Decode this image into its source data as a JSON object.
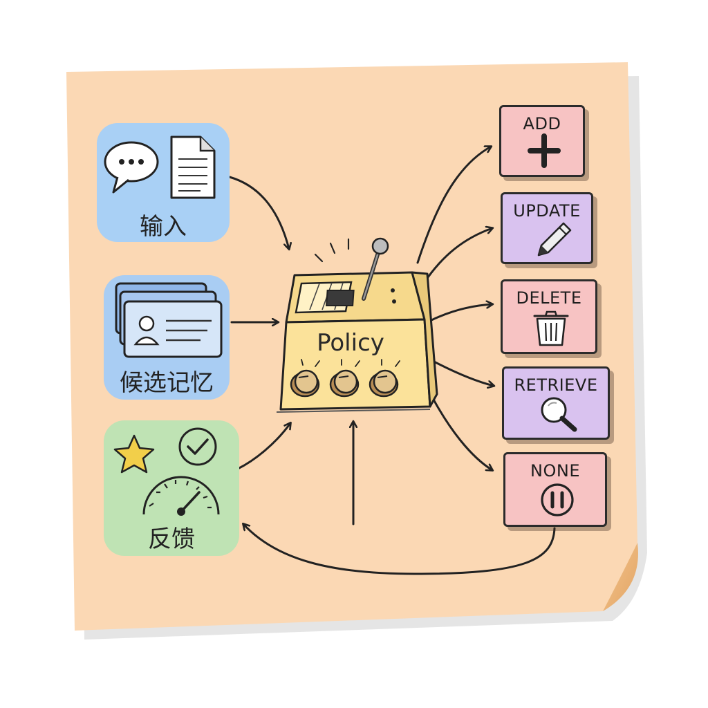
{
  "inputs": [
    {
      "label": "输入",
      "color": "#a9d0f5",
      "icon": "chat-document-icon"
    },
    {
      "label": "候选记忆",
      "color": "#a9cdf3",
      "icon": "memory-cards-icon"
    },
    {
      "label": "反馈",
      "color": "#bfe3b4",
      "icon": "star-check-gauge-icon"
    }
  ],
  "policy": {
    "label": "Policy",
    "color": "#fbe29a",
    "icon": "lever-control-box-icon"
  },
  "actions": [
    {
      "label": "ADD",
      "color": "#f7c3c3",
      "icon": "plus-icon"
    },
    {
      "label": "UPDATE",
      "color": "#d9c2ef",
      "icon": "pencil-icon"
    },
    {
      "label": "DELETE",
      "color": "#f7c3c3",
      "icon": "trash-icon"
    },
    {
      "label": "RETRIEVE",
      "color": "#d9c2ef",
      "icon": "magnifier-icon"
    },
    {
      "label": "NONE",
      "color": "#f7c3c3",
      "icon": "pause-icon"
    }
  ],
  "note_color": "#fbd8b4"
}
